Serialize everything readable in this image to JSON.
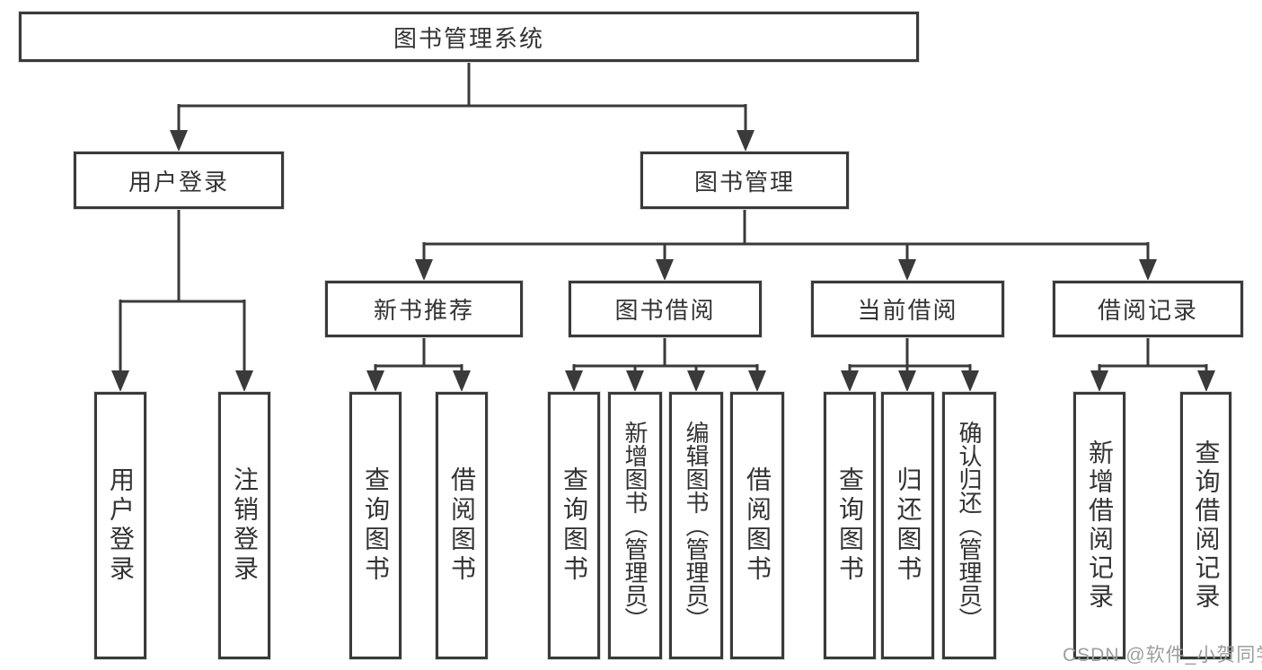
{
  "diagram": {
    "root": "图书管理系统",
    "level2": [
      "用户登录",
      "图书管理"
    ],
    "level3": [
      "新书推荐",
      "图书借阅",
      "当前借阅",
      "借阅记录"
    ],
    "leaves": [
      "用户登录",
      "注销登录",
      "查询图书",
      "借阅图书",
      "查询图书",
      "新增图书（管理员）",
      "编辑图书（管理员）",
      "借阅图书",
      "查询图书",
      "归还图书",
      "确认归还（管理员）",
      "新增借阅记录",
      "查询借阅记录"
    ],
    "colors": {
      "line": "#3a3a3a",
      "text": "#333333",
      "watermark": "#9e9e9e",
      "background": "#ffffff"
    }
  },
  "watermark": "CSDN @软件_小贺同学"
}
